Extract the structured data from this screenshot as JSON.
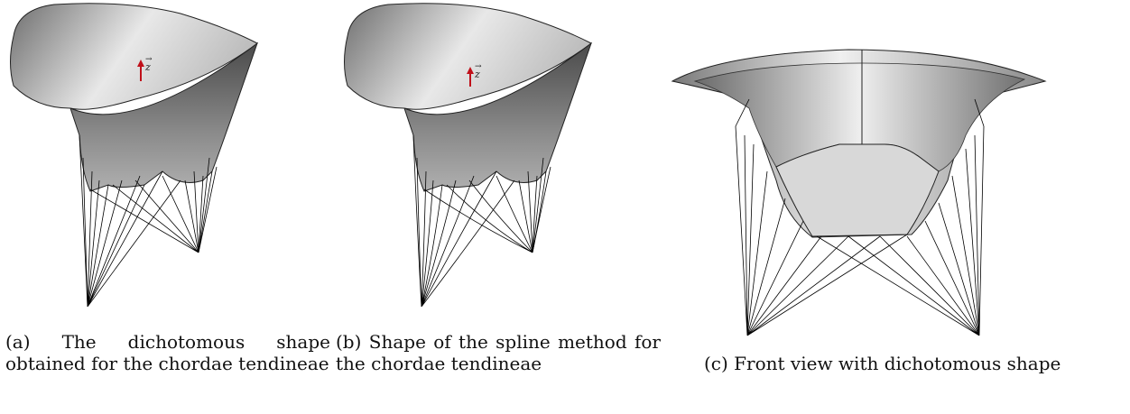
{
  "subfigures": [
    {
      "id": "a",
      "caption": "(a) The dichotomous shape obtained for the chordae tendineae",
      "axis_label": "z"
    },
    {
      "id": "b",
      "caption": "(b) Shape of the spline method for the chordae tendineae",
      "axis_label": "z"
    },
    {
      "id": "c",
      "caption": "(c) Front view with dichotomous shape"
    }
  ],
  "colors": {
    "surface_light": "#f2f2f2",
    "surface_dark": "#5a5a5a",
    "axis_arrow": "#c0101a",
    "chord_line": "#000000"
  }
}
